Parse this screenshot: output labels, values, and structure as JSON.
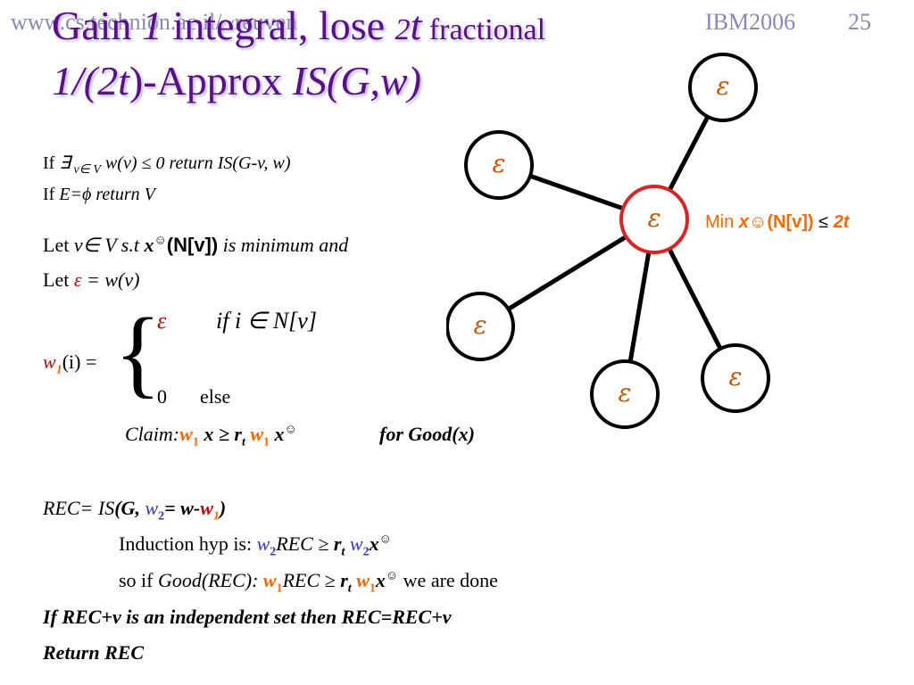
{
  "header": {
    "url": "www.cs.technion.ac.il/~reuven",
    "conf": "IBM2006",
    "slide_number": "25"
  },
  "title": {
    "part1": "Gain ",
    "one": "1",
    "part2": " integral, lose ",
    "two": "2",
    "t": "t",
    "part3": " fractional",
    "line2_a": "1/(2t",
    "line2_b": ")-Approx ",
    "line2_c": "IS(G,w)"
  },
  "lines": {
    "if1_kw": "If ",
    "if1_exists": "∃",
    "if1_sub": " v∈ V",
    "if1_rest": " w(v) ≤ 0 return IS(G-v, w)",
    "if2_kw": "If ",
    "if2_rest": "E=ϕ return V",
    "let1_kw": "Let ",
    "let1_a": "v∈ V s.t ",
    "let1_x": "x",
    "let1_smile": "☺",
    "let1_n": "(N[v])",
    "let1_rest": " is minimum and",
    "let2_kw": "Let ",
    "let2_eps": "ε",
    "let2_rest": " = w(v)",
    "case1_eps": "ε",
    "case1_cond": "if  i ∈ N[v]",
    "case2_val": "0",
    "case2_else": "else",
    "w1_w": "w",
    "w1_sub": "1",
    "w1_rest": "(i) =",
    "claim_label": "Claim:",
    "claim_w": "w",
    "claim_sub1": "1",
    "claim_x": " x ≥ r",
    "claim_t": "t",
    "claim_w2": " w",
    "claim_sub2": "1",
    "claim_x2": " x",
    "claim_smile": "☺",
    "claim_good": "for Good(x)",
    "rec_a": "REC= IS",
    "rec_g": "(G, ",
    "rec_w2": "w",
    "rec_sub2": "2",
    "rec_eq": "= w-",
    "rec_w1": "w",
    "rec_sub1": "1",
    "rec_close": ")",
    "ind_text": "Induction hyp is:  ",
    "ind_w2": "w",
    "ind_sub2": "2",
    "ind_rec": "REC ≥ ",
    "ind_r": "r",
    "ind_t": "t",
    "ind_w2b": " w",
    "ind_sub2b": "2",
    "ind_x": "x",
    "ind_smile": "☺",
    "so_text": "so if ",
    "so_good": "Good(REC): ",
    "so_w1": "w",
    "so_sub1": "1",
    "so_rec": "REC ≥  ",
    "so_r": "r",
    "so_t": "t",
    "so_w1b": " w",
    "so_sub1b": "1",
    "so_x": "x",
    "so_smile": "☺",
    "so_done": " we are done",
    "ifrec": " If  REC+v is an independent set then REC=REC+v",
    "ret": "Return REC"
  },
  "graph": {
    "node_label": "ε",
    "annotation_min": "Min ",
    "annotation_x": "x",
    "annotation_smile": "☺",
    "annotation_n": "(N[v])",
    "annotation_le": " ≤ ",
    "annotation_2t": "2t",
    "colors": {
      "center_border": "#dd2222",
      "leaf_border": "#000000",
      "epsilon": "#cc5500",
      "annotation": "#ff6600"
    }
  }
}
